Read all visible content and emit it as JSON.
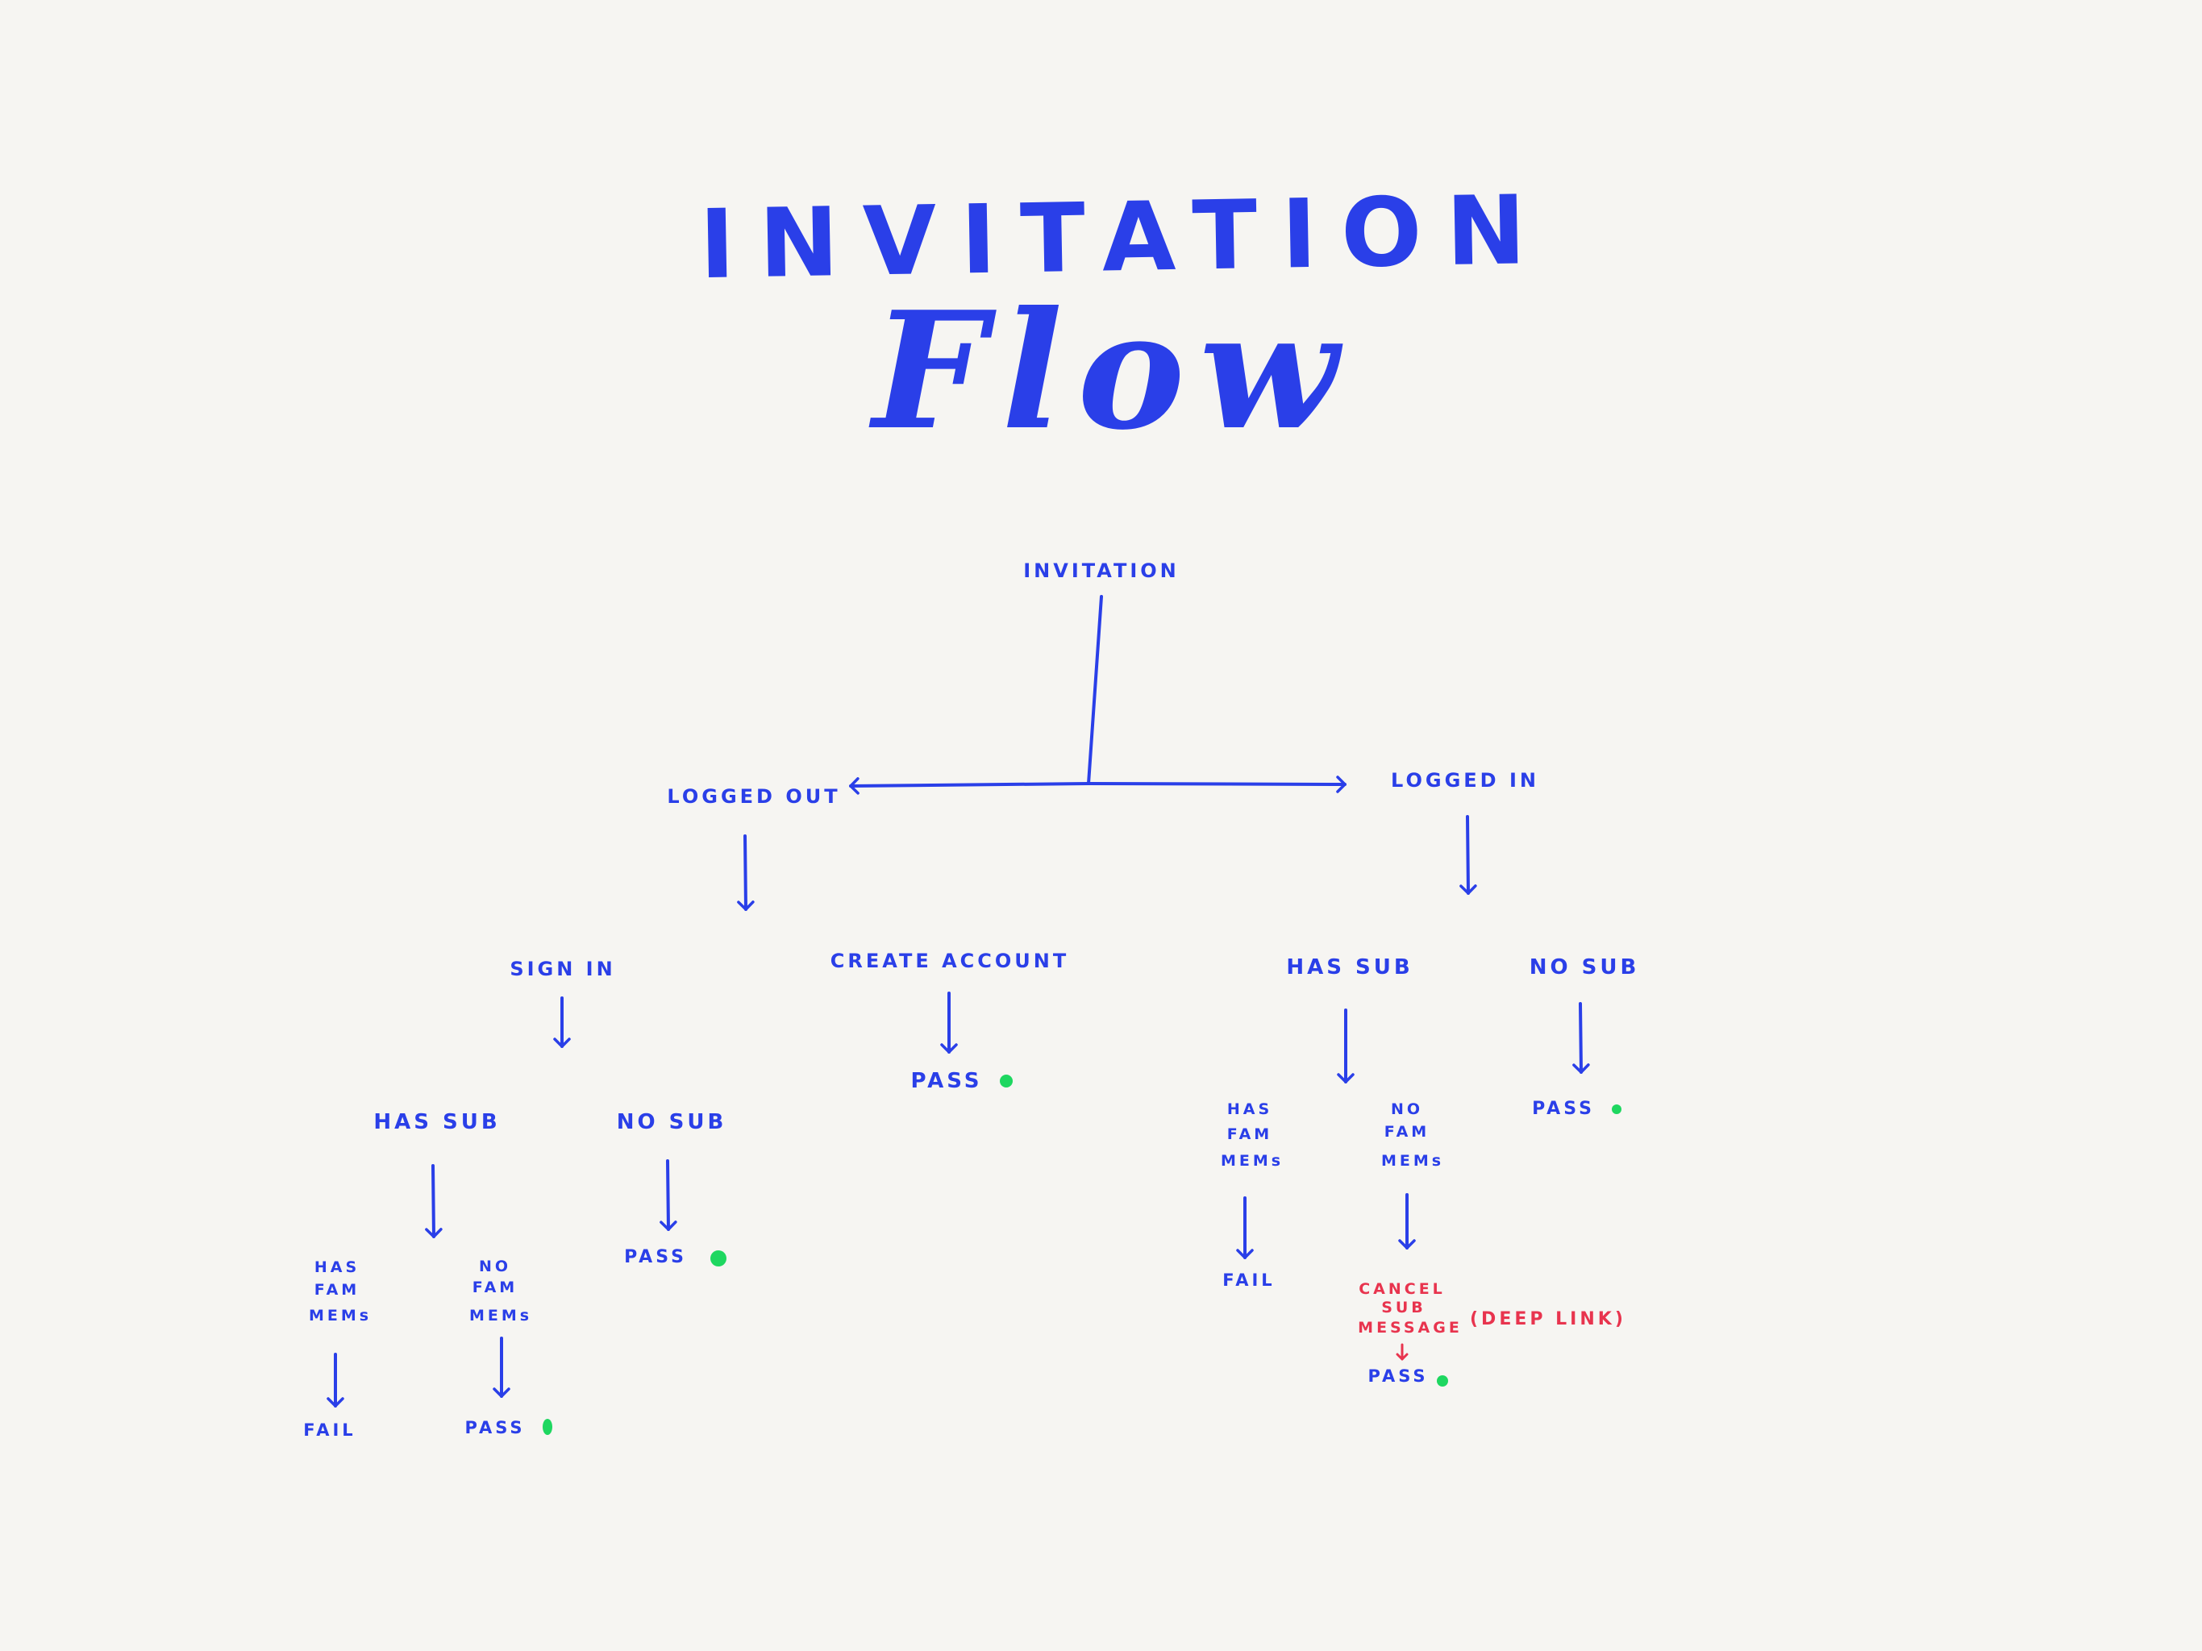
{
  "colors": {
    "background": "#f6f5f2",
    "ink_blue": "#2a3fe8",
    "ink_red": "#e8344e",
    "pass_dot": "#1ed760"
  },
  "title": {
    "line1": "INVITATION",
    "line2": "Flow"
  },
  "nodes": {
    "root": "INVITATION",
    "logged_out": "LOGGED OUT",
    "logged_in": "LOGGED IN",
    "sign_in": "SIGN IN",
    "create_account": "CREATE ACCOUNT",
    "lo_has_sub": "HAS SUB",
    "lo_no_sub": "NO SUB",
    "lo_has_fam": [
      "HAS",
      "FAM",
      "MEMs"
    ],
    "lo_no_fam": [
      "NO",
      "FAM",
      "MEMs"
    ],
    "lo_fail": "FAIL",
    "lo_pass_nofam": "PASS",
    "lo_pass_nosub": "PASS",
    "create_pass": "PASS",
    "li_has_sub": "HAS SUB",
    "li_no_sub": "NO SUB",
    "li_pass_nosub": "PASS",
    "li_has_fam": [
      "HAS",
      "FAM",
      "MEMs"
    ],
    "li_no_fam": [
      "NO",
      "FAM",
      "MEMs"
    ],
    "li_fail": "FAIL",
    "cancel_msg": [
      "CANCEL",
      "SUB",
      "MESSAGE"
    ],
    "deep_link": "(DEEP LINK)",
    "li_pass_cancel": "PASS"
  }
}
